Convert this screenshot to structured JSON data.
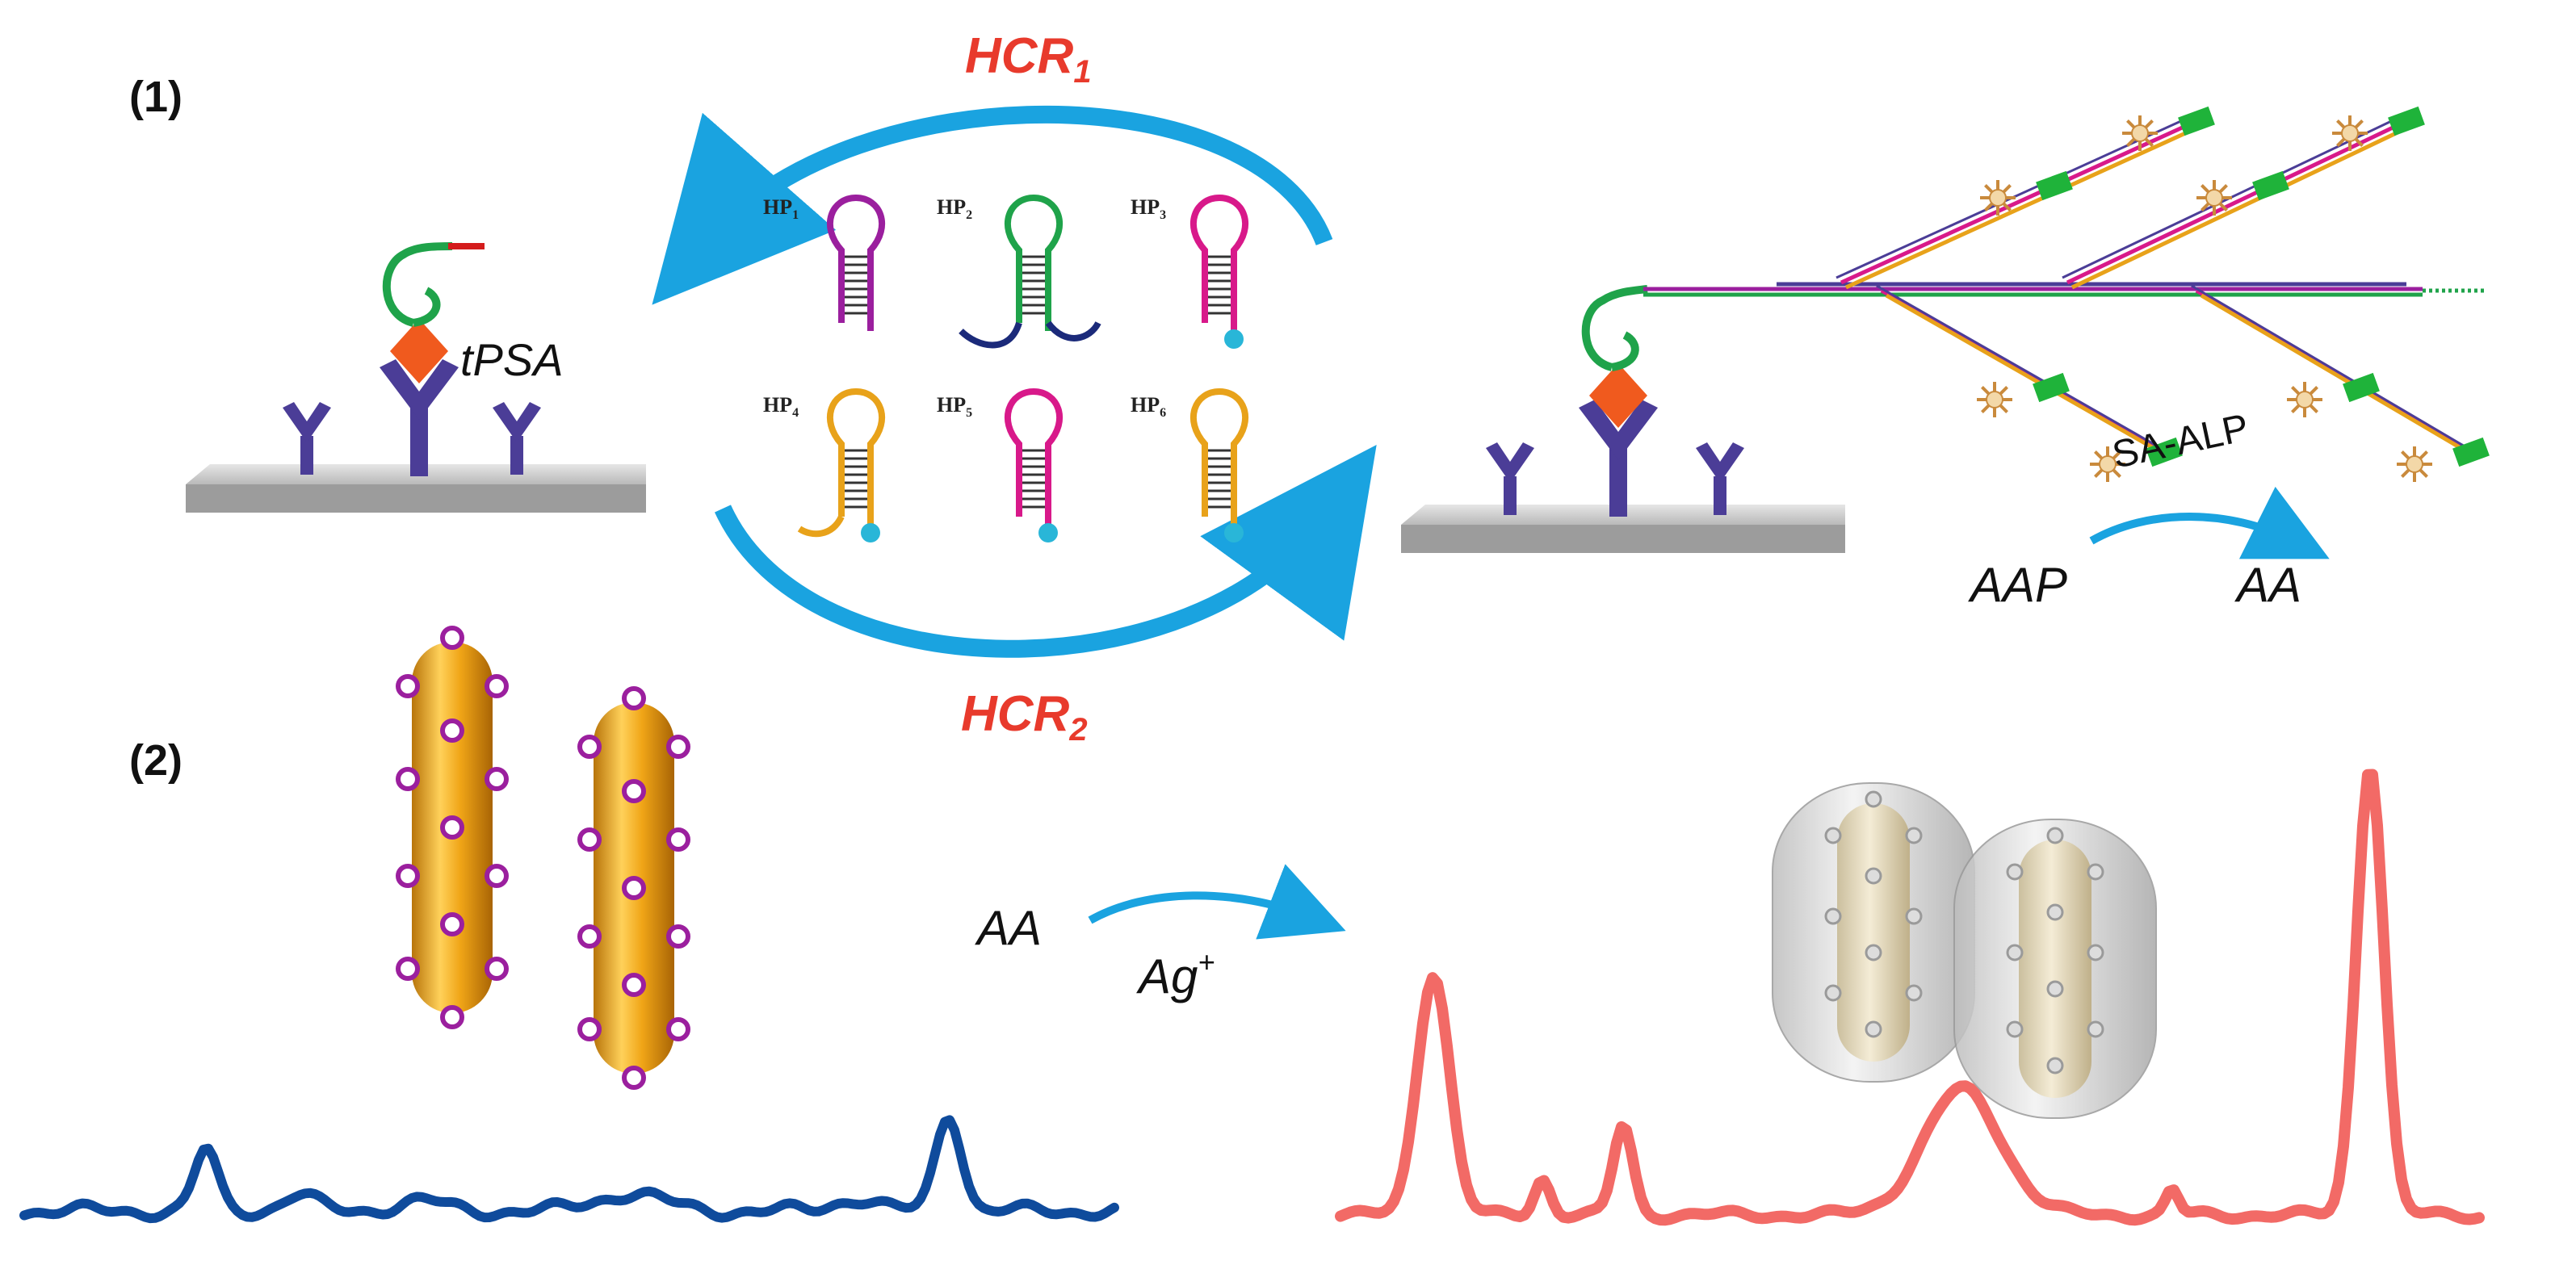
{
  "panels": {
    "panel1_label": "(1)",
    "panel2_label": "(2)"
  },
  "cycle": {
    "top_label": "HCR",
    "top_sub": "1",
    "bottom_label": "HCR",
    "bottom_sub": "2"
  },
  "hairpins": [
    {
      "label": "HP",
      "sub": "1",
      "color": "#9b1f9e"
    },
    {
      "label": "HP",
      "sub": "2",
      "color": "#1fa34a"
    },
    {
      "label": "HP",
      "sub": "3",
      "color": "#d8198a"
    },
    {
      "label": "HP",
      "sub": "4",
      "color": "#e8a21a"
    },
    {
      "label": "HP",
      "sub": "5",
      "color": "#d8198a"
    },
    {
      "label": "HP",
      "sub": "6",
      "color": "#e8a21a"
    }
  ],
  "target_label": "tPSA",
  "enzyme_label": "SA-ALP",
  "reaction1": {
    "from": "AAP",
    "to": "AA"
  },
  "reaction2": {
    "from": "AA",
    "over": "Ag",
    "over_sup": "+"
  },
  "colors": {
    "accent_blue": "#1aa3e0",
    "hcr_red": "#e83a2c",
    "antibody": "#4b3d97",
    "antigen": "#f05a1e",
    "gold_rod": "#f0a517",
    "spectrum_before": "#0f4b9c",
    "spectrum_after": "#f26a66"
  }
}
